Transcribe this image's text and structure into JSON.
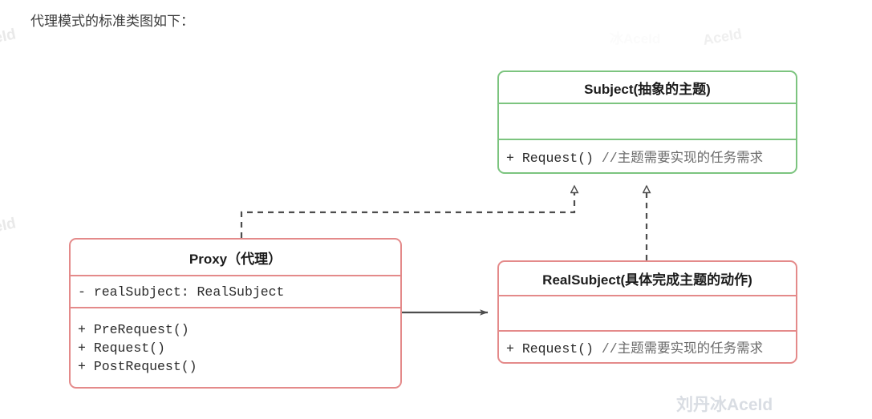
{
  "page": {
    "heading": "代理模式的标准类图如下：",
    "background": "#ffffff"
  },
  "watermarks": {
    "main": "刘丹冰AceId",
    "left_upper": "ceId",
    "left_lower": "ceId",
    "top_middle": "冰AceId",
    "top_right": "AceId"
  },
  "colors": {
    "green_border": "#7cc47f",
    "pink_border": "#e48a8a",
    "connector": "#4d4d4d",
    "text": "#2b2b2b",
    "comment_text": "#6c6c6c",
    "watermark": "#d9dde3"
  },
  "diagram": {
    "type": "uml-class-diagram",
    "classes": [
      {
        "id": "subject",
        "name": "Subject(抽象的主题)",
        "border_color": "#7cc47f",
        "attributes": [],
        "methods": [
          {
            "visibility": "+",
            "signature": "Request()",
            "comment": "//主题需要实现的任务需求"
          }
        ]
      },
      {
        "id": "proxy",
        "name": "Proxy（代理）",
        "border_color": "#e48a8a",
        "attributes": [
          {
            "visibility": "-",
            "signature": "realSubject: RealSubject",
            "comment": ""
          }
        ],
        "methods": [
          {
            "visibility": "+",
            "signature": "PreRequest()",
            "comment": ""
          },
          {
            "visibility": "+",
            "signature": "Request()",
            "comment": ""
          },
          {
            "visibility": "+",
            "signature": "PostRequest()",
            "comment": ""
          }
        ]
      },
      {
        "id": "realsubject",
        "name": "RealSubject(具体完成主题的动作)",
        "border_color": "#e48a8a",
        "attributes": [],
        "methods": [
          {
            "visibility": "+",
            "signature": "Request()",
            "comment": "//主题需要实现的任务需求"
          }
        ]
      }
    ],
    "relations": [
      {
        "id": "proxy-realizes-subject",
        "from": "proxy",
        "to": "subject",
        "kind": "realization",
        "line": "dashed",
        "arrowhead": "hollow-triangle"
      },
      {
        "id": "realsubject-realizes-subject",
        "from": "realsubject",
        "to": "subject",
        "kind": "realization",
        "line": "dashed",
        "arrowhead": "hollow-triangle"
      },
      {
        "id": "proxy-associates-realsubject",
        "from": "proxy",
        "to": "realsubject",
        "kind": "association",
        "line": "solid",
        "arrowhead": "filled"
      }
    ]
  }
}
